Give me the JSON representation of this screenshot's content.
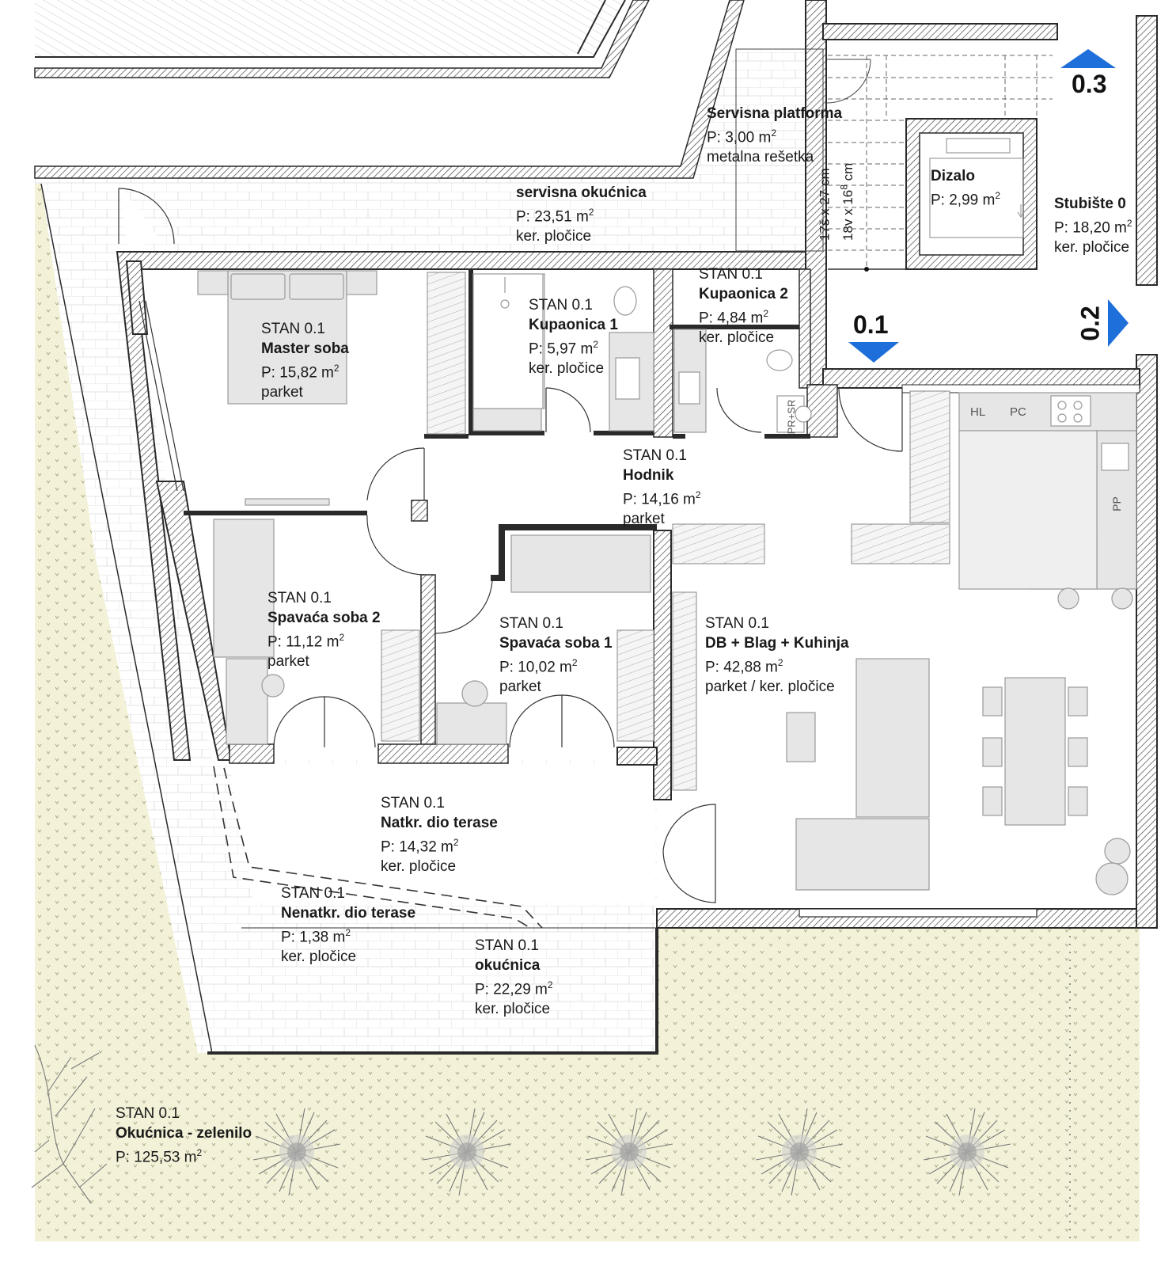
{
  "colors": {
    "wall": "#2a2a2a",
    "hatch": "#444444",
    "garden": "#f2f1d6",
    "garden_dot": "#a9a98a",
    "tile_line": "#d7d7d7",
    "furniture": "#e4e4e4",
    "furniture_stroke": "#9a9a9a",
    "marker_blue": "#1e6fd9"
  },
  "rooms": {
    "servisna_platforma": {
      "name": "Servisna platforma",
      "area_label": "P: 3,00 m",
      "unit": "2",
      "finish": "metalna rešetka"
    },
    "servisna_okucnica": {
      "name": "servisna okućnica",
      "area_label": "P: 23,51 m",
      "unit": "2",
      "finish": "ker. pločice"
    },
    "dizalo": {
      "name": "Dizalo",
      "area_label": "P: 2,99 m",
      "unit": "2"
    },
    "stubiste": {
      "name": "Stubište 0",
      "area_label": "P: 18,20 m",
      "unit": "2",
      "finish": "ker. pločice"
    },
    "master": {
      "apt": "STAN 0.1",
      "name": "Master soba",
      "area_label": "P: 15,82 m",
      "unit": "2",
      "finish": "parket"
    },
    "kupaonica1": {
      "apt": "STAN 0.1",
      "name": "Kupaonica 1",
      "area_label": "P: 5,97 m",
      "unit": "2",
      "finish": "ker. pločice"
    },
    "kupaonica2": {
      "apt": "STAN 0.1",
      "name": "Kupaonica 2",
      "area_label": "P: 4,84 m",
      "unit": "2",
      "finish": "ker. pločice"
    },
    "hodnik": {
      "apt": "STAN 0.1",
      "name": "Hodnik",
      "area_label": "P: 14,16 m",
      "unit": "2",
      "finish": "parket"
    },
    "spavaca2": {
      "apt": "STAN 0.1",
      "name": "Spavaća soba 2",
      "area_label": "P: 11,12 m",
      "unit": "2",
      "finish": "parket"
    },
    "spavaca1": {
      "apt": "STAN 0.1",
      "name": "Spavaća soba 1",
      "area_label": "P: 10,02 m",
      "unit": "2",
      "finish": "parket"
    },
    "dnevni": {
      "apt": "STAN 0.1",
      "name": "DB + Blag + Kuhinja",
      "area_label": "P: 42,88 m",
      "unit": "2",
      "finish": "parket / ker. pločice"
    },
    "natkr": {
      "apt": "STAN 0.1",
      "name": "Natkr. dio terase",
      "area_label": "P: 14,32 m",
      "unit": "2",
      "finish": "ker. pločice"
    },
    "nenatkr": {
      "apt": "STAN 0.1",
      "name": "Nenatkr. dio terase",
      "area_label": "P: 1,38 m",
      "unit": "2",
      "finish": "ker. pločice"
    },
    "okucnica": {
      "apt": "STAN 0.1",
      "name": "okućnica",
      "area_label": "P: 22,29 m",
      "unit": "2",
      "finish": "ker. pločice"
    },
    "zelenilo": {
      "apt": "STAN 0.1",
      "name": "Okućnica - zelenilo",
      "area_label": "P: 125,53 m",
      "unit": "2"
    }
  },
  "stairs": {
    "line1": "17š x 27 cm",
    "line2": "18v x 16",
    "line2_sup": "8",
    "line2_end": " cm"
  },
  "markers": {
    "m01": "0.1",
    "m02": "0.2",
    "m03": "0.3"
  },
  "fixtures": {
    "hl": "HL",
    "pc": "PC",
    "pp": "PP",
    "prsr": "PR+SR"
  }
}
